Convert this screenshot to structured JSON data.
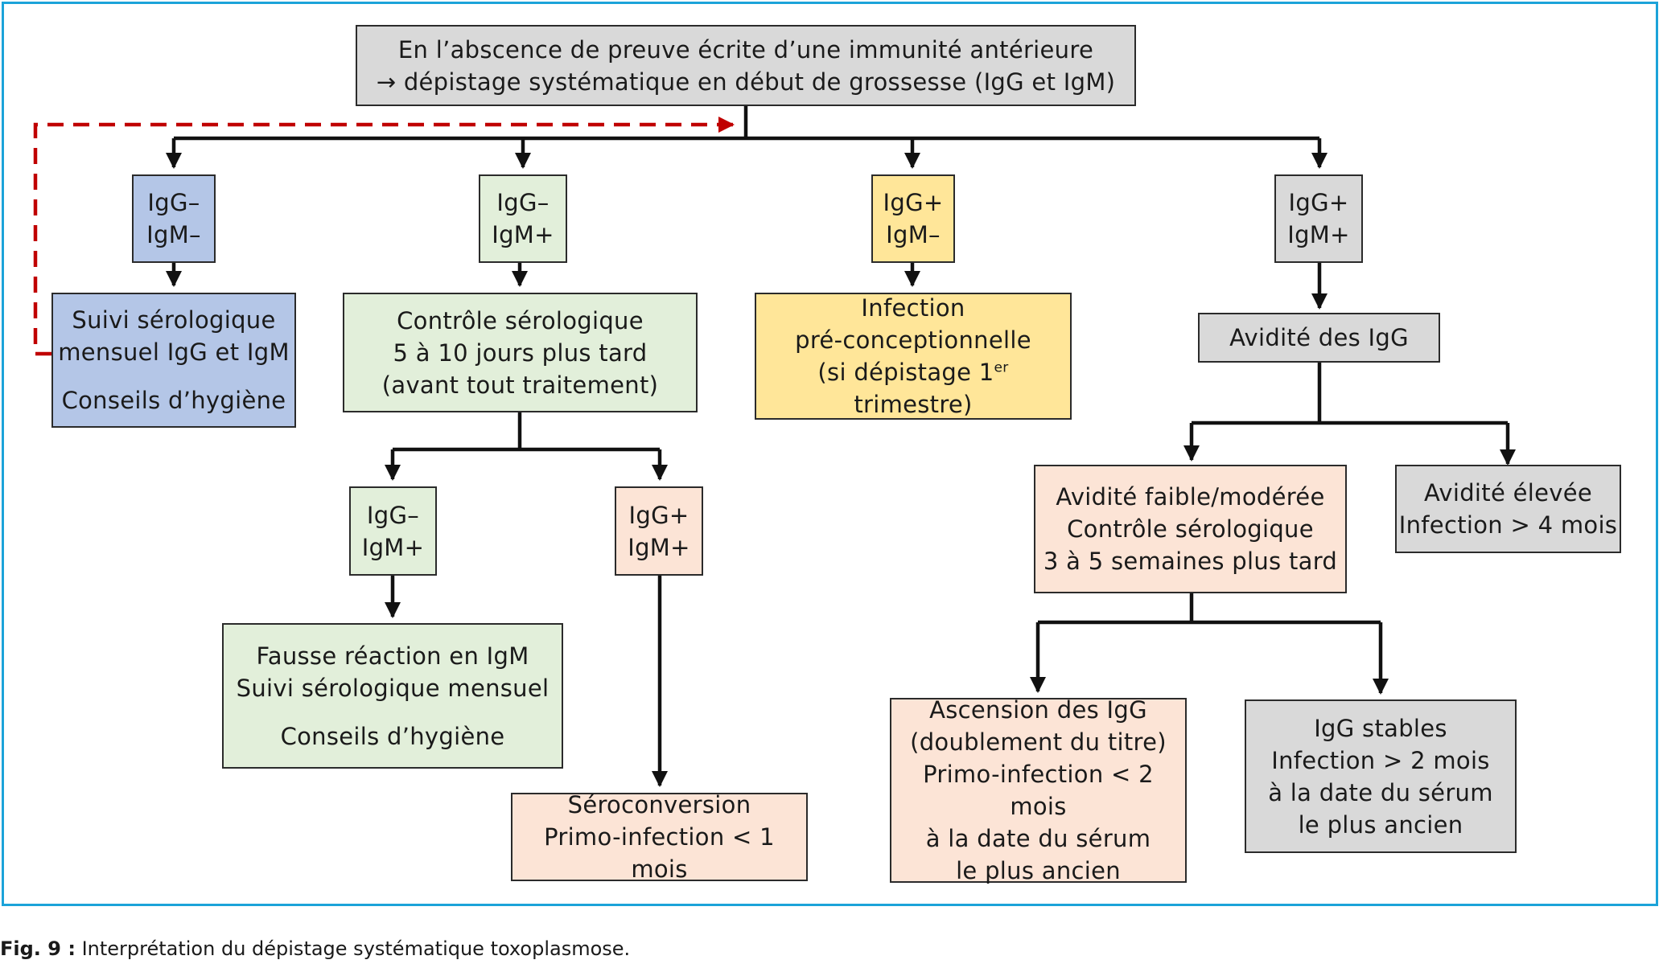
{
  "top": {
    "line1": "En l’abscence de preuve écrite d’une immunité antérieure",
    "line2": "→ dépistage systématique en début de grossesse (IgG et IgM)"
  },
  "branches": {
    "neg_neg": {
      "l1": "IgG–",
      "l2": "IgM–"
    },
    "neg_pos": {
      "l1": "IgG–",
      "l2": "IgM+"
    },
    "pos_neg": {
      "l1": "IgG+",
      "l2": "IgM–"
    },
    "pos_pos": {
      "l1": "IgG+",
      "l2": "IgM+"
    }
  },
  "suivi": {
    "l1": "Suivi sérologique",
    "l2": "mensuel IgG et IgM",
    "l3": "Conseils d’hygiène"
  },
  "controle": {
    "l1": "Contrôle sérologique",
    "l2": "5 à 10 jours plus tard",
    "l3": "(avant tout traitement)"
  },
  "infection": {
    "l1": "Infection",
    "l2": "pré-conceptionnelle",
    "l3a": "(si dépistage 1",
    "l3sup": "er",
    "l3b": " trimestre)"
  },
  "avidite": {
    "label": "Avidité des IgG"
  },
  "sub_neg_pos": {
    "l1": "IgG–",
    "l2": "IgM+"
  },
  "sub_pos_pos": {
    "l1": "IgG+",
    "l2": "IgM+"
  },
  "fausse": {
    "l1": "Fausse réaction en IgM",
    "l2": "Suivi sérologique mensuel",
    "l3": "Conseils d’hygiène"
  },
  "seroconversion": {
    "l1": "Séroconversion",
    "l2": "Primo-infection < 1 mois"
  },
  "avidite_faible": {
    "l1": "Avidité faible/modérée",
    "l2": "Contrôle sérologique",
    "l3": "3 à 5 semaines plus tard"
  },
  "avidite_elevee": {
    "l1": "Avidité élevée",
    "l2": "Infection > 4 mois"
  },
  "ascension": {
    "l1": "Ascension des IgG",
    "l2": "(doublement du titre)",
    "l3": "Primo-infection < 2 mois",
    "l4": "à la date du sérum",
    "l5": "le plus ancien"
  },
  "stables": {
    "l1": "IgG stables",
    "l2": "Infection > 2 mois",
    "l3": "à la date du sérum",
    "l4": "le plus ancien"
  },
  "caption": {
    "label": "Fig. 9 :",
    "text": " Interprétation du dépistage systématique toxoplasmose."
  },
  "colors": {
    "frame": "#1ca3d9",
    "gray": "#d9d9d9",
    "blue": "#b4c6e7",
    "green": "#e2efda",
    "yellow": "#ffe699",
    "peach": "#fce4d6",
    "dashed_arrow": "#c00000"
  }
}
